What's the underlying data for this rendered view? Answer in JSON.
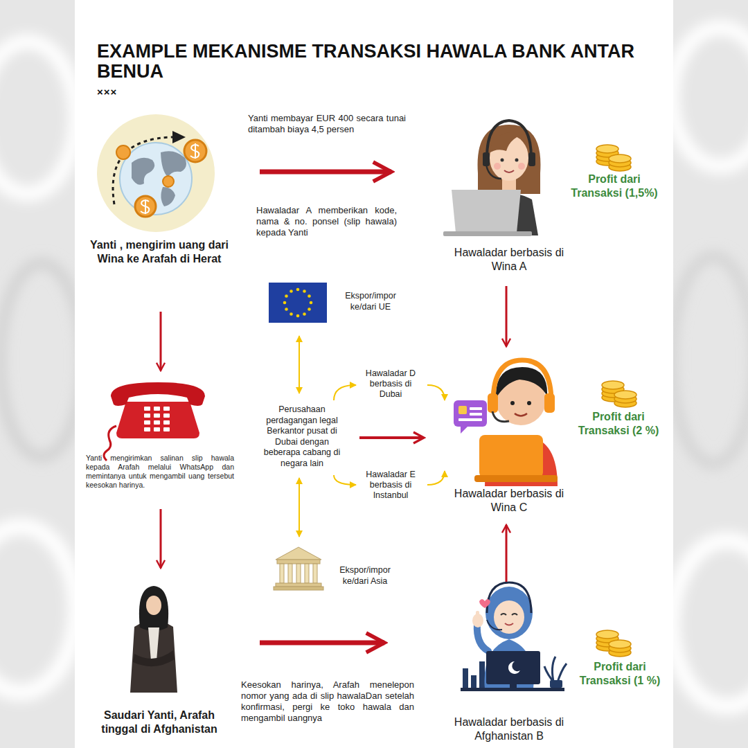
{
  "diagram": {
    "title": "EXAMPLE MEKANISME TRANSAKSI HAWALA BANK ANTAR BENUA",
    "nodes": [
      {
        "text": [
          "Yanti , mengirim uang dari Wina ke Arafah di Herat"
        ]
      },
      {
        "text": [
          "Hawaladar berbasis di Wina A"
        ]
      },
      {
        "text": [
          "Ekspor/impor ke/dari UE"
        ]
      },
      {
        "text": [
          "Perusahaan perdagangan legal Berkantor pusat di Dubai dengan beberapa cabang di negara lain"
        ]
      },
      {
        "text": [
          "Hawaladar D berbasis di Dubai"
        ]
      },
      {
        "text": [
          "Hawaladar berbasis di Wina C"
        ]
      },
      {
        "text": [
          "Hawaladar E berbasis di Instanbul"
        ]
      },
      {
        "text": [
          "Yanti mengirimkan salinan slip hawala kepada Arafah melalui WhatsApp dan memintanya untuk mengambil uang tersebut keesokan harinya."
        ]
      },
      {
        "text": [
          "Ekspor/impor ke/dari Asia"
        ]
      },
      {
        "text": [
          "Saudari Yanti, Arafah tinggal di Afghanistan"
        ]
      },
      {
        "text": [
          "Hawaladar berbasis di Afghanistan B"
        ]
      }
    ],
    "edges": [
      {
        "from": 0,
        "to": 1,
        "label": "Yanti membayar EUR 400 secara tunai ditambah biaya 4,5 persen",
        "arrow": "to"
      },
      {
        "from": 1,
        "to": 5,
        "arrow": "to"
      },
      {
        "from": 0,
        "to": 7,
        "arrow": "to"
      },
      {
        "from": 7,
        "to": 9,
        "arrow": "to"
      },
      {
        "from": 9,
        "to": 10,
        "label": "Keesokan harinya, Arafah menelepon nomor yang ada di slip hawalaDan setelah konfirmasi, pergi ke toko hawala dan mengambil uangnya",
        "arrow": "to"
      },
      {
        "from": 10,
        "to": 5,
        "arrow": "to"
      },
      {
        "from": 3,
        "to": 5,
        "arrow": "to"
      },
      {
        "from": 3,
        "to": 4,
        "arrow": "to"
      },
      {
        "from": 4,
        "to": 5,
        "arrow": "to"
      },
      {
        "from": 3,
        "to": 6,
        "arrow": "to"
      },
      {
        "from": 6,
        "to": 5,
        "arrow": "to"
      },
      {
        "from": 2,
        "to": 3,
        "arrow": "both"
      },
      {
        "from": 3,
        "to": 8,
        "arrow": "both"
      }
    ],
    "labels": [
      "×××",
      "Hawaladar A memberikan kode, nama & no. ponsel (slip hawala) kepada Yanti",
      "Profit dari Transaksi (1,5%)",
      "Profit dari Transaksi (2 %)",
      "Profit dari Transaksi (1 %)"
    ]
  }
}
